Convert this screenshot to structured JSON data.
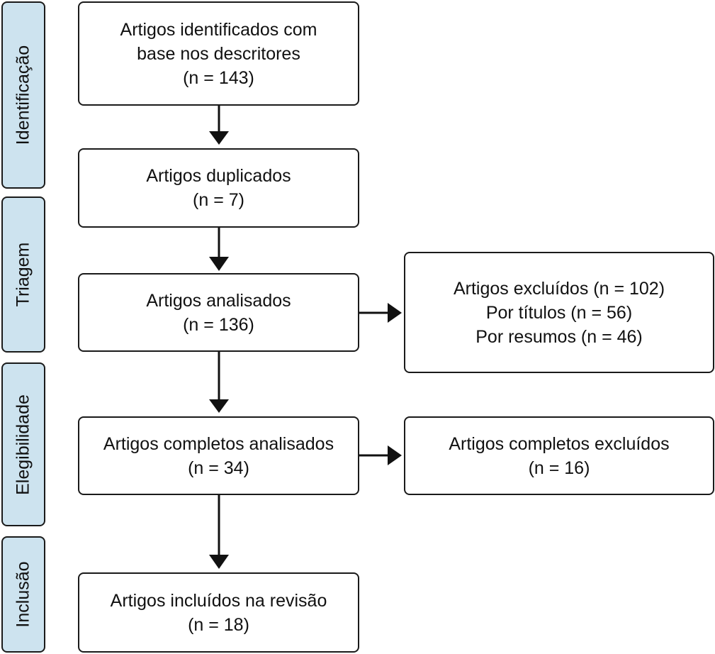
{
  "stages": [
    {
      "id": "identificacao",
      "label": "Identificação"
    },
    {
      "id": "triagem",
      "label": "Triagem"
    },
    {
      "id": "elegibilidade",
      "label": "Elegibilidade"
    },
    {
      "id": "inclusao",
      "label": "Inclusão"
    }
  ],
  "boxes": {
    "identified": {
      "line1": "Artigos identificados com",
      "line2": "base nos descritores",
      "count": "(n = 143)"
    },
    "duplicates": {
      "line1": "Artigos duplicados",
      "count": "(n = 7)"
    },
    "analyzed": {
      "line1": "Artigos analisados",
      "count": "(n = 136)"
    },
    "excluded": {
      "line1": "Artigos excluídos (n = 102)",
      "line2": "Por títulos (n = 56)",
      "line3": "Por resumos (n = 46)"
    },
    "full_analyzed": {
      "line1": "Artigos completos analisados",
      "count": "(n = 34)"
    },
    "full_excluded": {
      "line1": "Artigos completos excluídos",
      "count": "(n = 16)"
    },
    "included": {
      "line1": "Artigos incluídos na revisão",
      "count": "(n = 18)"
    }
  },
  "colors": {
    "stage_fill": "#cde3ef",
    "border": "#1a1a1a",
    "box_fill": "#ffffff"
  }
}
